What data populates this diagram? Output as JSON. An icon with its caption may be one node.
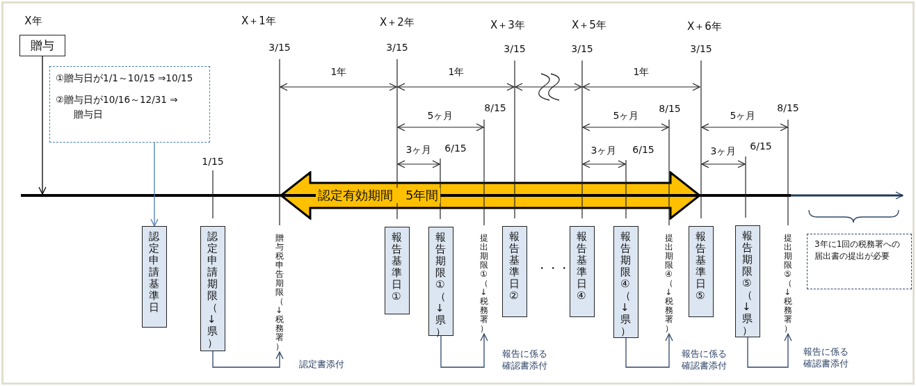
{
  "diagram": {
    "nodes": [
      {
        "text": [
          "贈与"
        ]
      },
      {
        "text": [
          "①贈与日が1/1～10/15 ⇒10/15",
          "②贈与日が10/16～12/31 ⇒贈与日"
        ]
      },
      {
        "text": [
          "認定申請基準日"
        ]
      },
      {
        "text": [
          "認定申請期限（↓県）"
        ]
      },
      {
        "text": [
          "贈与税申告期限（↓税務署）"
        ]
      },
      {
        "text": [
          "認定有効期間　5年間"
        ]
      },
      {
        "text": [
          "報告基準日①"
        ]
      },
      {
        "text": [
          "報告期限①（↓県）"
        ]
      },
      {
        "text": [
          "提出期限①（↓税務署）"
        ]
      },
      {
        "text": [
          "報告基準日②"
        ]
      },
      {
        "text": [
          "報告基準日④"
        ]
      },
      {
        "text": [
          "報告期限④（↓県）"
        ]
      },
      {
        "text": [
          "提出期限④（↓税務署）"
        ]
      },
      {
        "text": [
          "報告基準日⑤"
        ]
      },
      {
        "text": [
          "報告期限⑤（↓県）"
        ]
      },
      {
        "text": [
          "提出期限⑤（↓税務署）"
        ]
      },
      {
        "text": [
          "3年に1回の税務署への届出書の提出が必要"
        ]
      }
    ],
    "edges": [
      {
        "from": 0,
        "to": null,
        "arrow": "to",
        "color": "#000000"
      },
      {
        "from": 1,
        "to": 2,
        "arrow": "to",
        "color": "#4a7ebb"
      },
      {
        "from": 3,
        "to": 4,
        "arrow": "to",
        "label": "認定書添付"
      },
      {
        "from": 7,
        "to": 8,
        "arrow": "to",
        "label": "報告に係る確認書添付"
      },
      {
        "from": 11,
        "to": 12,
        "arrow": "to",
        "label": "報告に係る確認書添付"
      },
      {
        "from": 14,
        "to": 15,
        "arrow": "to",
        "label": "報告に係る確認書添付"
      }
    ],
    "labels": [
      "X年",
      "X＋1年",
      "X＋2年",
      "X＋3年",
      "X＋5年",
      "X＋6年",
      "3/15",
      "3/15",
      "3/15",
      "3/15",
      "3/15",
      "1年",
      "1年",
      "1年",
      "5ヶ月",
      "8/15",
      "5ヶ月",
      "8/15",
      "5ヶ月",
      "8/15",
      "1/15",
      "3ヶ月",
      "6/15",
      "3ヶ月",
      "6/15",
      "3ヶ月",
      "6/15",
      "・・・"
    ]
  }
}
